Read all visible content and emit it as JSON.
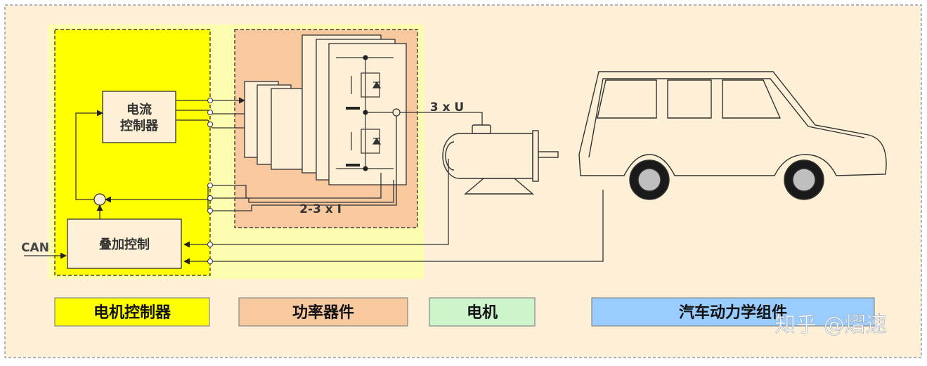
{
  "labels": {
    "current_controller_line1": "电流",
    "current_controller_line2": "控制器",
    "superposition_control": "叠加控制",
    "can": "CAN",
    "voltage": "3 x U",
    "current": "2-3 x I"
  },
  "legend": {
    "motor_controller": "电机控制器",
    "power_devices": "功率器件",
    "motor": "电机",
    "vehicle_dynamics": "汽车动力学组件"
  },
  "watermark": "知乎 @熠速",
  "colors": {
    "background": "#fdf0d6",
    "motor_controller": "#ffff00",
    "controller_halo": "#fdfdb0",
    "power_devices": "#f8c89f",
    "motor": "#ccf5cc",
    "vehicle_dynamics": "#99ccff"
  }
}
